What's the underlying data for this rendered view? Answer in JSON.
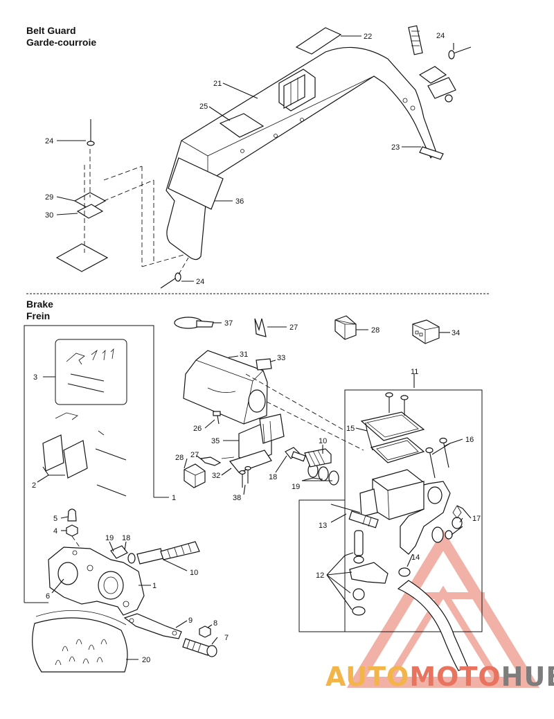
{
  "sections": {
    "belt_guard": {
      "title_en": "Belt Guard",
      "title_fr": "Garde-courroie"
    },
    "brake": {
      "title_en": "Brake",
      "title_fr": "Frein"
    }
  },
  "callouts": {
    "belt_guard": [
      "22",
      "24",
      "21",
      "25",
      "23",
      "24",
      "29",
      "30",
      "36",
      "24"
    ],
    "brake": [
      "37",
      "27",
      "28",
      "34",
      "31",
      "33",
      "11",
      "3",
      "26",
      "15",
      "16",
      "35",
      "10",
      "28",
      "27",
      "32",
      "18",
      "19",
      "38",
      "2",
      "1",
      "13",
      "17",
      "5",
      "4",
      "19",
      "18",
      "14",
      "10",
      "12",
      "6",
      "1",
      "9",
      "8",
      "7",
      "20"
    ]
  },
  "watermark": {
    "part1": "AUTO",
    "part2": "MOTO",
    "part3": "HUB"
  },
  "colors": {
    "line": "#111111",
    "watermark_yellow": "#f3b54a",
    "watermark_red": "#e8735f",
    "watermark_gray": "#7d7d7d"
  }
}
